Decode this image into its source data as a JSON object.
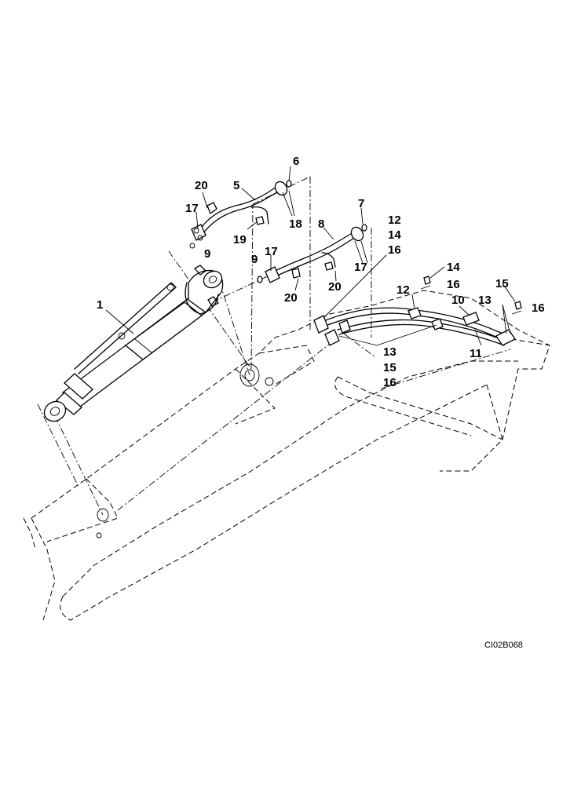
{
  "figure": {
    "reference_code": "CI02B068"
  },
  "callouts": [
    {
      "id": "c1",
      "text": "1"
    },
    {
      "id": "c20a",
      "text": "20"
    },
    {
      "id": "c5",
      "text": "5"
    },
    {
      "id": "c6",
      "text": "6"
    },
    {
      "id": "c17a",
      "text": "17"
    },
    {
      "id": "c18",
      "text": "18"
    },
    {
      "id": "c19",
      "text": "19"
    },
    {
      "id": "c9a",
      "text": "9"
    },
    {
      "id": "c8",
      "text": "8"
    },
    {
      "id": "c7",
      "text": "7"
    },
    {
      "id": "c9b",
      "text": "9"
    },
    {
      "id": "c17b",
      "text": "17"
    },
    {
      "id": "c17c",
      "text": "17"
    },
    {
      "id": "c20b",
      "text": "20"
    },
    {
      "id": "c20c",
      "text": "20"
    },
    {
      "id": "c12a",
      "text": "12"
    },
    {
      "id": "c14a",
      "text": "14"
    },
    {
      "id": "c16a",
      "text": "16"
    },
    {
      "id": "c14b",
      "text": "14"
    },
    {
      "id": "c16b",
      "text": "16"
    },
    {
      "id": "c12b",
      "text": "12"
    },
    {
      "id": "c10",
      "text": "10"
    },
    {
      "id": "c13a",
      "text": "13"
    },
    {
      "id": "c15a",
      "text": "15"
    },
    {
      "id": "c16c",
      "text": "16"
    },
    {
      "id": "c11",
      "text": "11"
    },
    {
      "id": "c13b",
      "text": "13"
    },
    {
      "id": "c15b",
      "text": "15"
    },
    {
      "id": "c16d",
      "text": "16"
    }
  ]
}
